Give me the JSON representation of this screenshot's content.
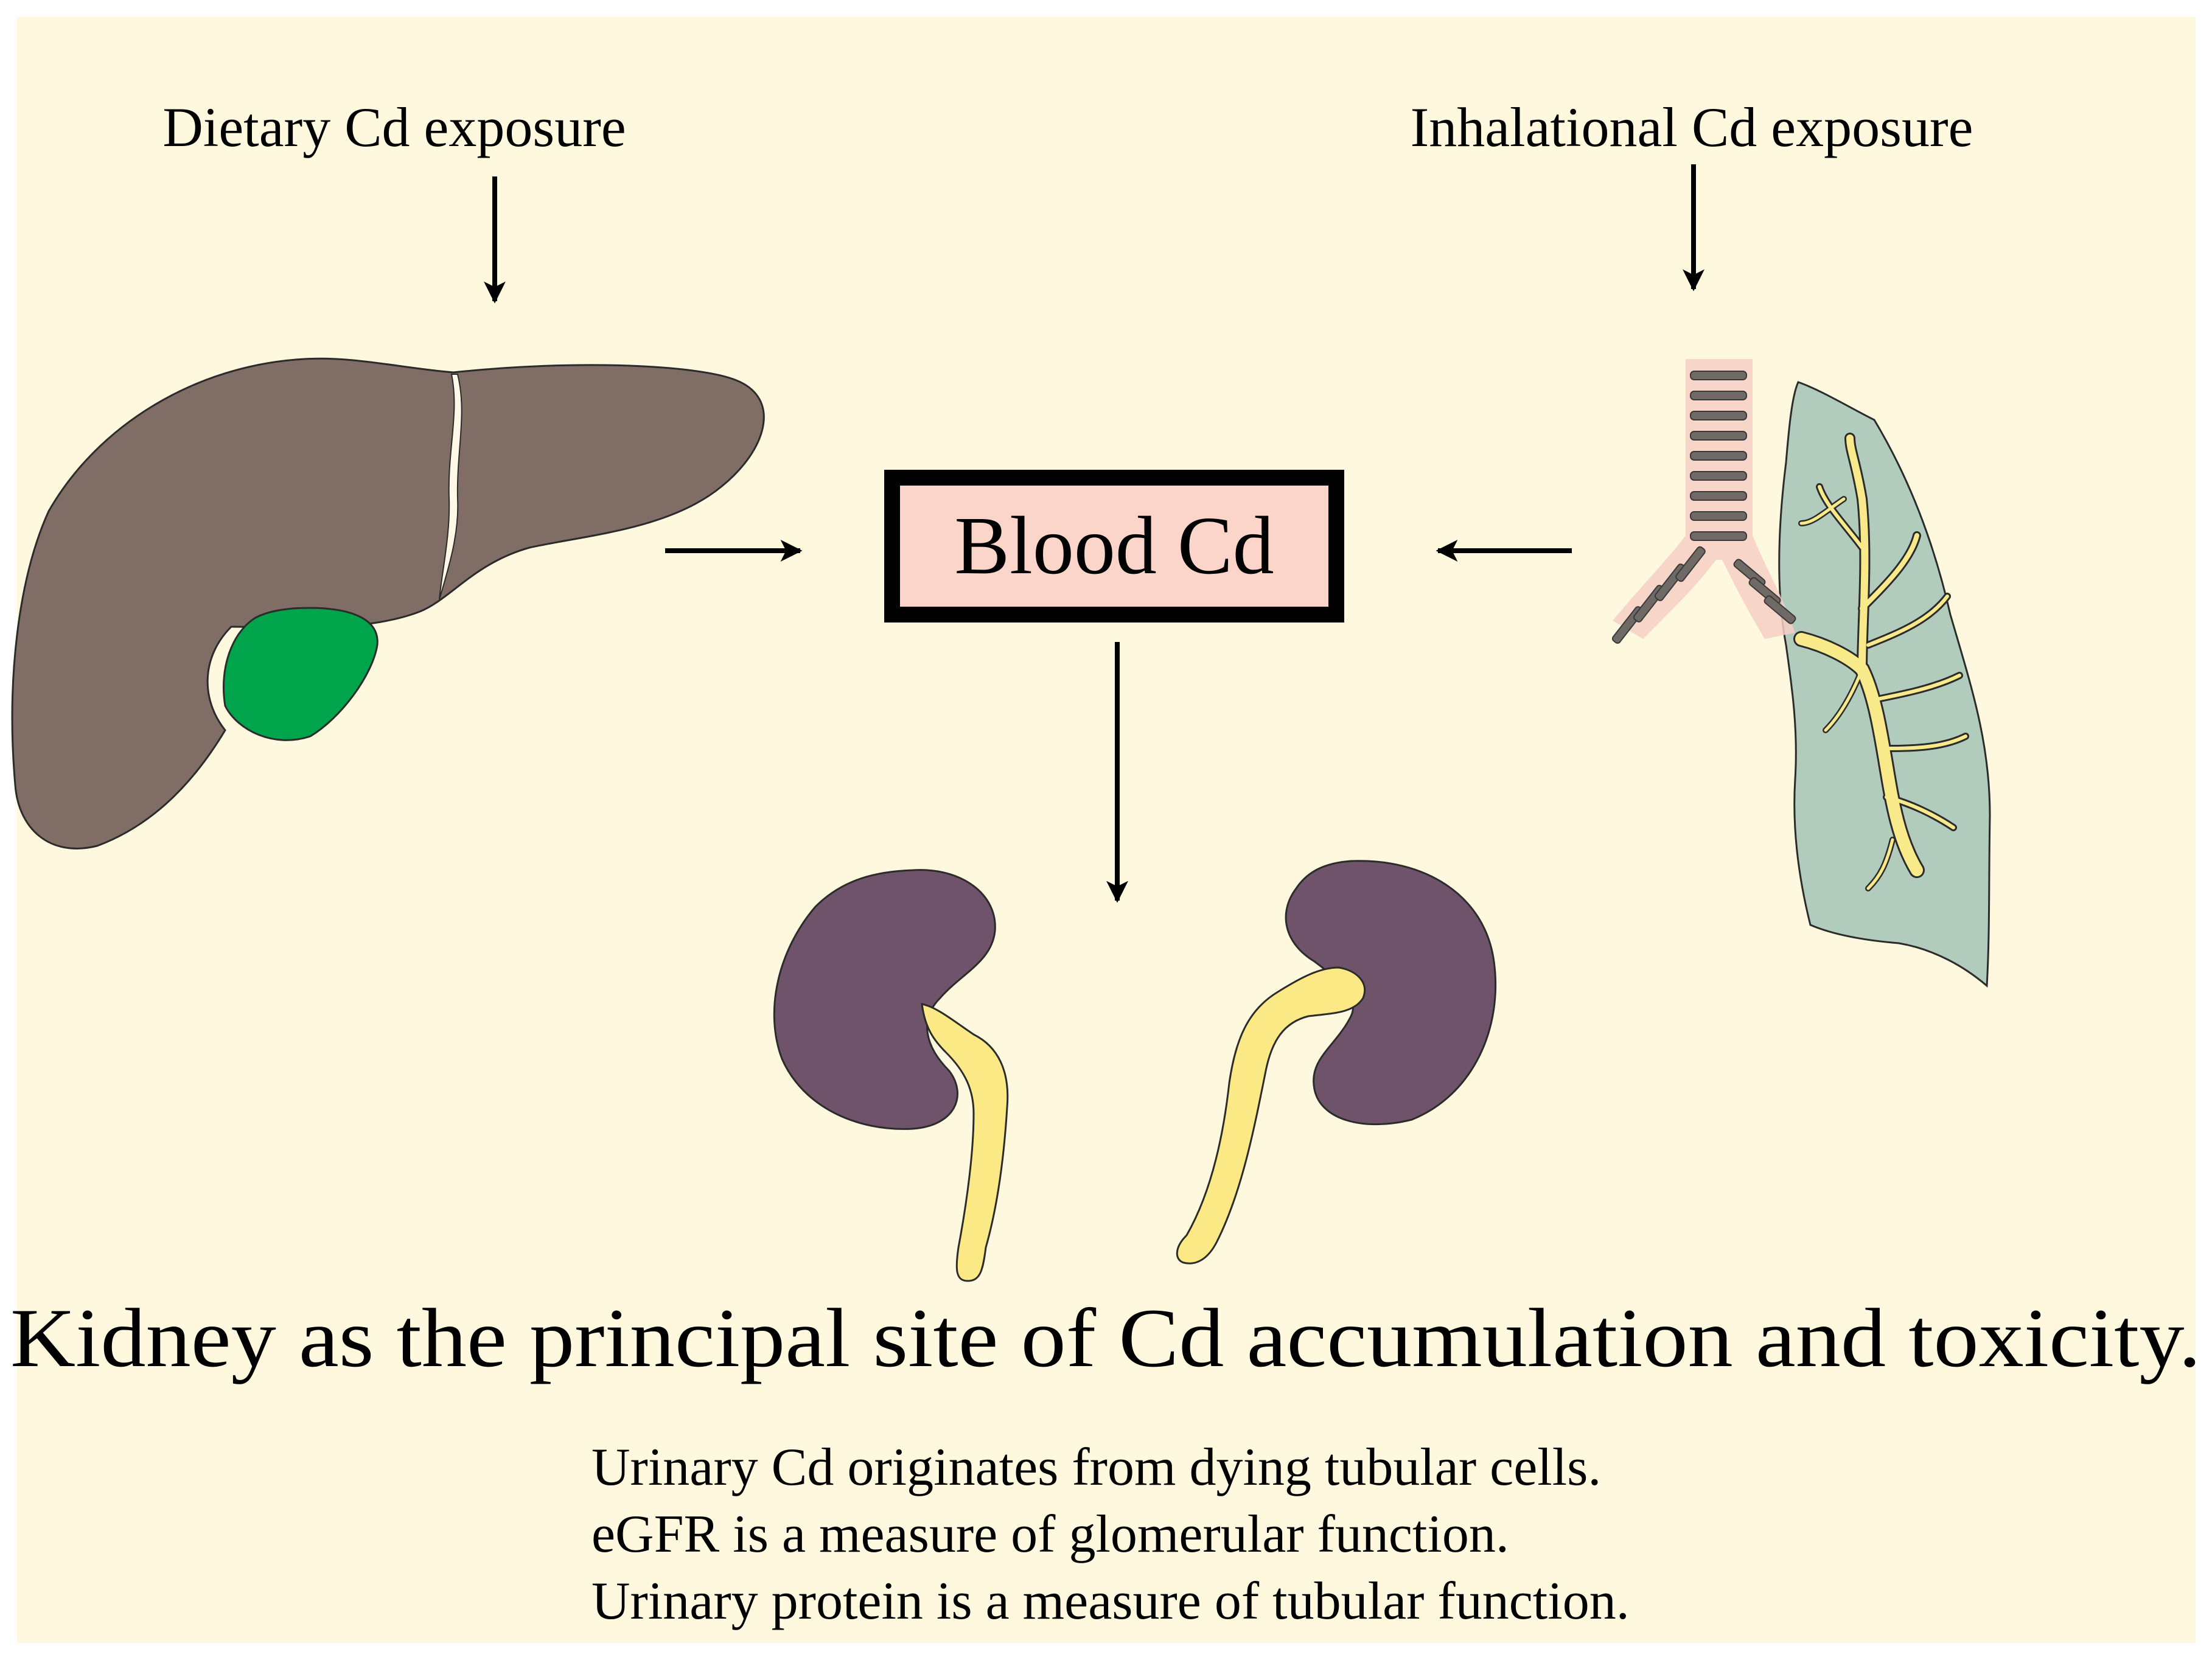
{
  "diagram": {
    "labels": {
      "dietary": "Dietary Cd exposure",
      "inhalational": "Inhalational Cd exposure",
      "blood": "Blood Cd",
      "kidney_title": "Kidney as the principal site of Cd accumulation and toxicity.",
      "notes": [
        "Urinary Cd originates from dying tubular cells.",
        "eGFR is a measure of glomerular function.",
        "Urinary protein is a measure of tubular function."
      ]
    },
    "colors": {
      "background": "#fef8de",
      "liver": "#806d66",
      "gallbladder": "#00a44a",
      "blood_box_fill": "#fbd5c9",
      "kidney": "#6f536a",
      "ureter": "#fbe985",
      "lung": "#b1cbbc",
      "bronchi": "#f8ebc0",
      "trachea_pink": "#f7cfc5",
      "cartilage": "#6f6a66",
      "outline": "#2b2b2b"
    },
    "icons": {
      "liver": "liver-icon",
      "gallbladder": "gallbladder-icon",
      "lung": "lung-icon",
      "trachea": "trachea-icon",
      "kidney_left": "left-kidney-icon",
      "kidney_right": "right-kidney-icon"
    }
  }
}
